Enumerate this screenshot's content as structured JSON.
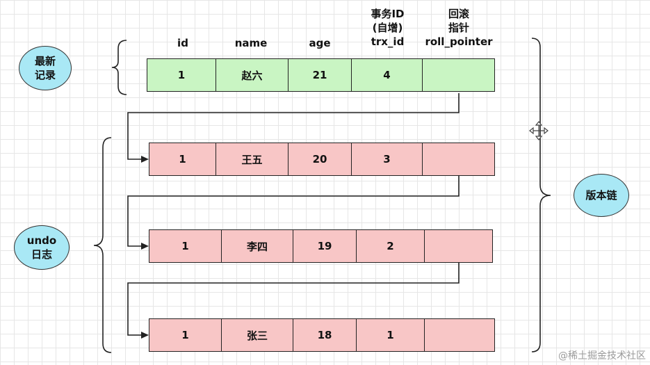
{
  "columns": [
    {
      "lines": [
        "id"
      ]
    },
    {
      "lines": [
        "name"
      ]
    },
    {
      "lines": [
        "age"
      ]
    },
    {
      "lines": [
        "事务ID",
        "(自增)",
        "trx_id"
      ]
    },
    {
      "lines": [
        "回滚",
        "指针",
        "roll_pointer"
      ]
    }
  ],
  "latest_record": {
    "label_line1": "最新",
    "label_line2": "记录",
    "row": {
      "id": "1",
      "name": "赵六",
      "age": "21",
      "trx_id": "4",
      "roll_pointer": ""
    }
  },
  "undo_log": {
    "label_line1": "undo",
    "label_line2": "日志",
    "rows": [
      {
        "id": "1",
        "name": "王五",
        "age": "20",
        "trx_id": "3",
        "roll_pointer": ""
      },
      {
        "id": "1",
        "name": "李四",
        "age": "19",
        "trx_id": "2",
        "roll_pointer": ""
      },
      {
        "id": "1",
        "name": "张三",
        "age": "18",
        "trx_id": "1",
        "roll_pointer": ""
      }
    ]
  },
  "version_chain_label": "版本链",
  "watermark": "@稀土掘金技术社区",
  "colors": {
    "latest_fill": "#c9f5c3",
    "undo_fill": "#f8c6c6",
    "bubble_fill": "#a9e8f5",
    "line": "#222222"
  }
}
